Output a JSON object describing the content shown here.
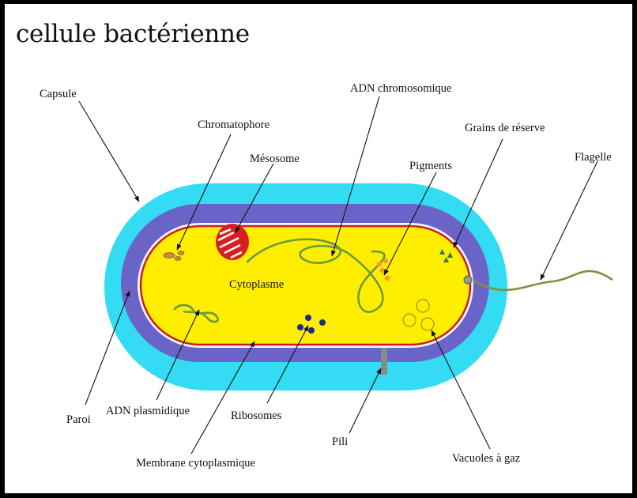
{
  "title": "cellule bactérienne",
  "labels": {
    "capsule": "Capsule",
    "chromatophore": "Chromatophore",
    "mesosome": "Mésosome",
    "adn_chromosomique": "ADN chromosomique",
    "pigments": "Pigments",
    "grains_reserve": "Grains de réserve",
    "flagelle": "Flagelle",
    "cytoplasme": "Cytoplasme",
    "paroi": "Paroi",
    "adn_plasmidique": "ADN plasmidique",
    "ribosomes": "Ribosomes",
    "pili": "Pili",
    "vacuoles": "Vacuoles à gaz",
    "membrane": "Membrane cytoplasmique"
  },
  "colors": {
    "capsule": "#33dcf2",
    "paroi": "#6a64c8",
    "membrane": "#cc1e1e",
    "cytoplasme": "#ffee00",
    "adn": "#6a9a3a",
    "ribosome": "#1c2a8c",
    "grains": "#2e7a4c",
    "pigment": "#f0a030"
  }
}
